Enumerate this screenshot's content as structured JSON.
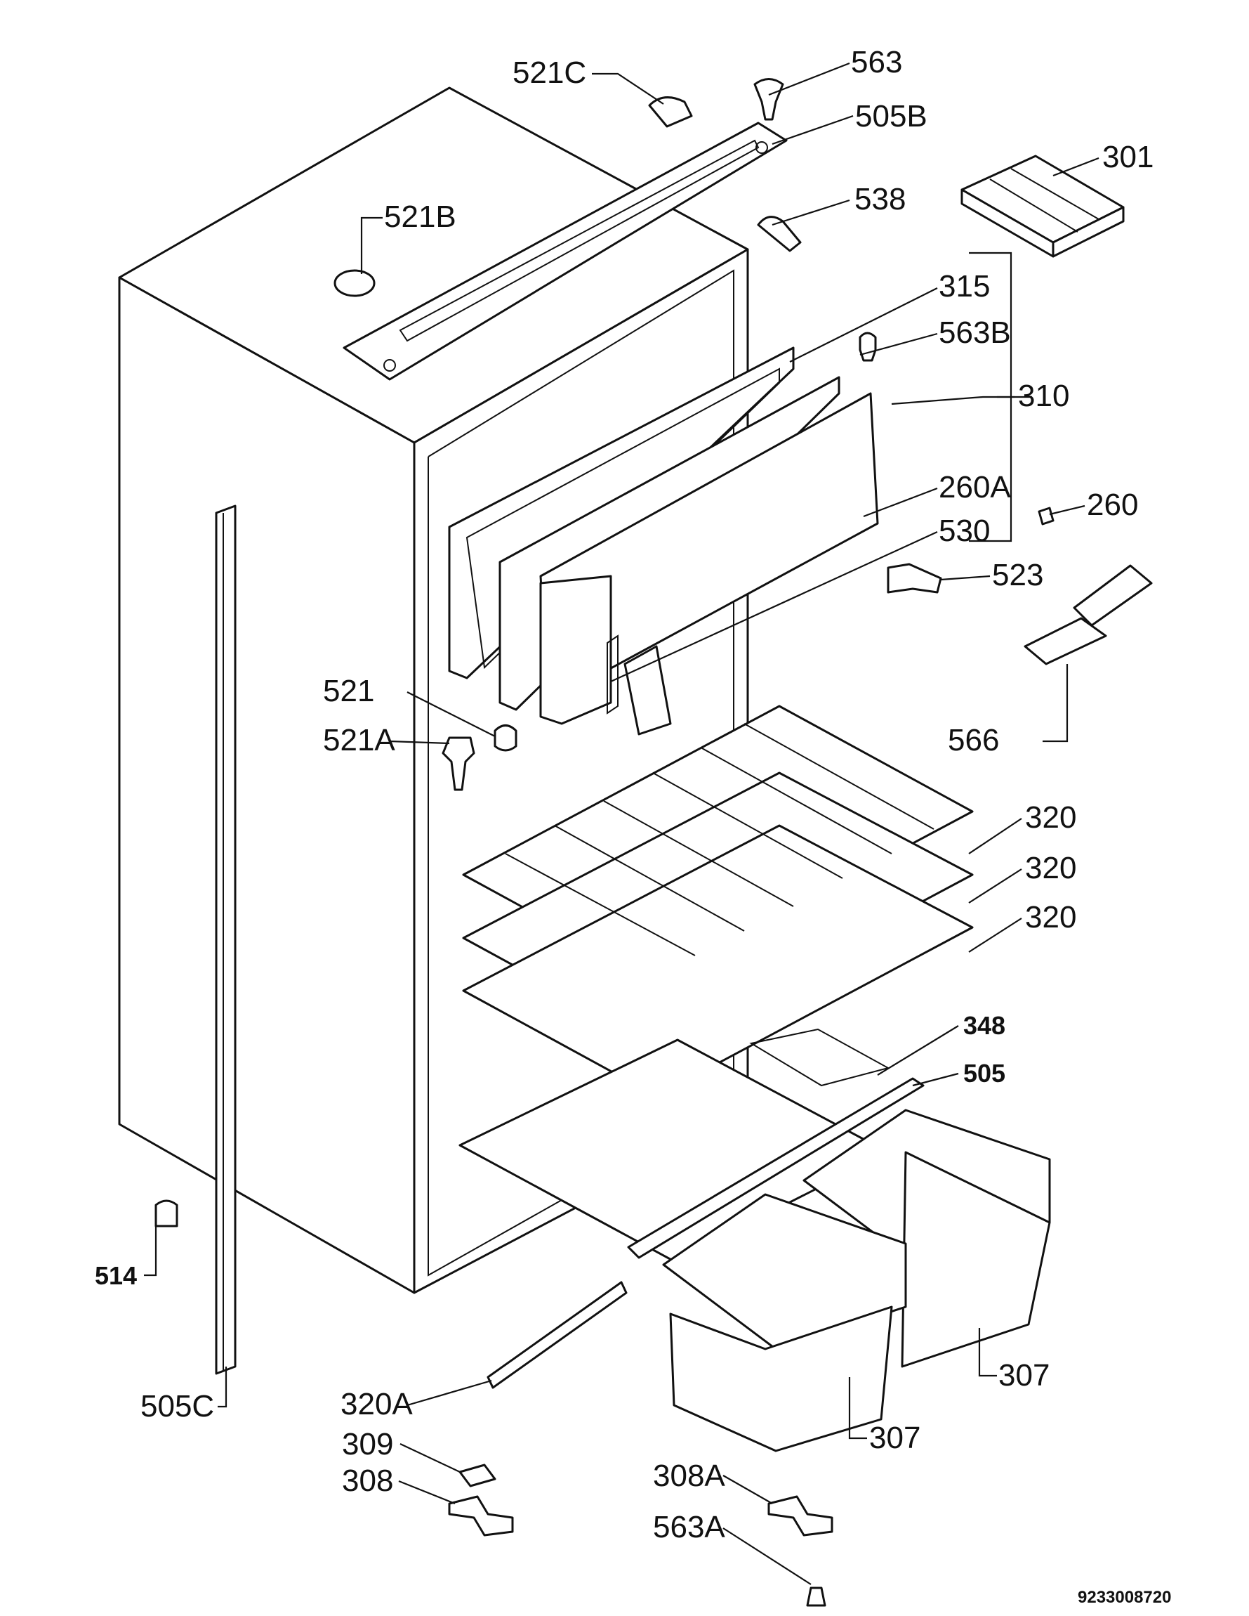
{
  "callouts": {
    "c521C": "521C",
    "c563": "563",
    "c505B": "505B",
    "c301": "301",
    "c521B": "521B",
    "c538": "538",
    "c315": "315",
    "c563B": "563B",
    "c310": "310",
    "c260A": "260A",
    "c260": "260",
    "c530": "530",
    "c523": "523",
    "c521": "521",
    "c521A": "521A",
    "c566": "566",
    "c320a": "320",
    "c320b": "320",
    "c320c": "320",
    "c348": "348",
    "c505": "505",
    "c514": "514",
    "c307a": "307",
    "c307b": "307",
    "c505C": "505C",
    "c320A": "320A",
    "c309": "309",
    "c308": "308",
    "c308A": "308A",
    "c563A": "563A"
  },
  "document_number": "9233008720"
}
